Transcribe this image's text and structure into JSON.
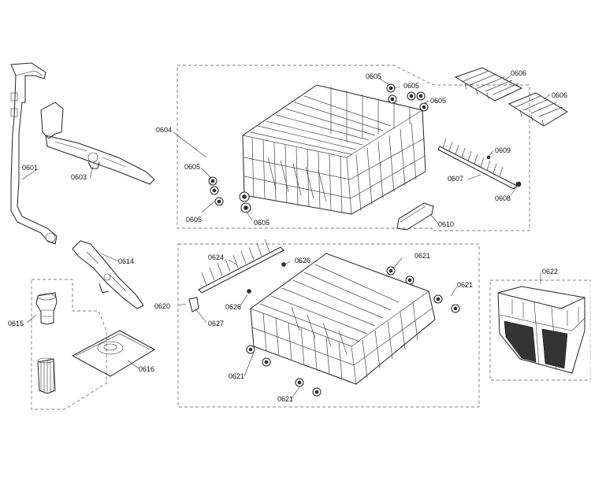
{
  "diagram": {
    "labels": {
      "p0601": "0601",
      "p0603": "0603",
      "p0604": "0604",
      "p0605a": "0605",
      "p0605b": "0605",
      "p0605c": "0605",
      "p0605d": "0605",
      "p0605e": "0605",
      "p0605f": "0605",
      "p0606a": "0606",
      "p0606b": "0606",
      "p0607": "0607",
      "p0608": "0608",
      "p0609": "0609",
      "p0610": "0610",
      "p0614": "0614",
      "p0615": "0615",
      "p0616": "0616",
      "p0620": "0620",
      "p0621a": "0621",
      "p0621b": "0621",
      "p0621c": "0621",
      "p0621d": "0621",
      "p0622": "0622",
      "p0624": "0624",
      "p0626a": "0626",
      "p0626b": "0626",
      "p0627": "0627"
    }
  }
}
